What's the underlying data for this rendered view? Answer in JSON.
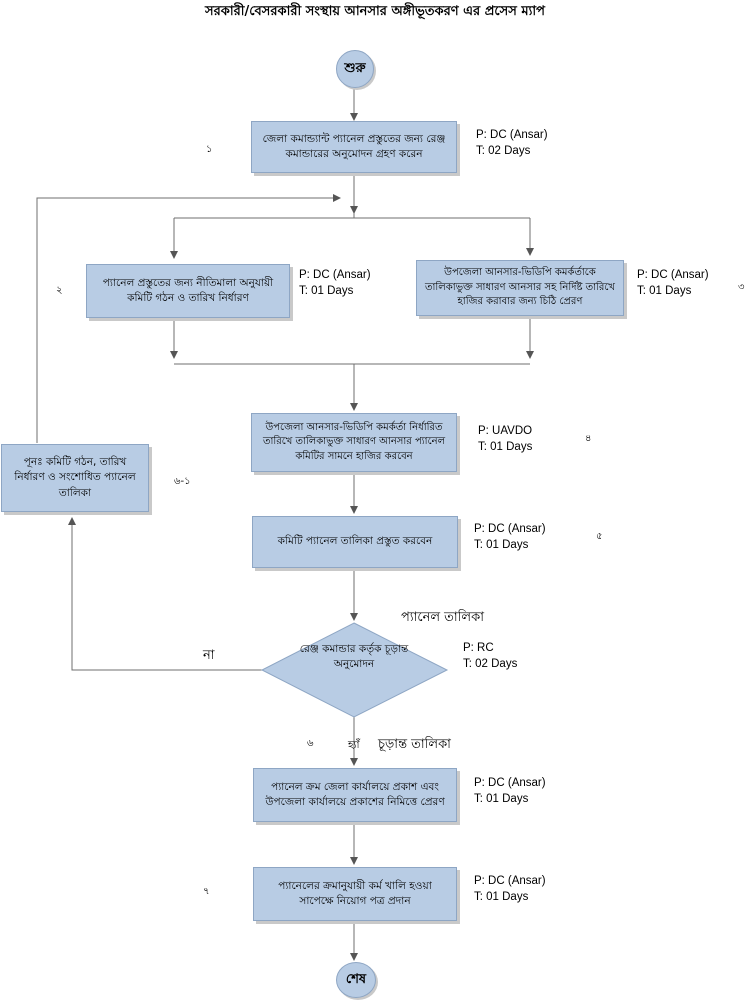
{
  "title": "সরকারী/বেসরকারী সংস্থায় আনসার অঙ্গীভূতকরণ এর প্রসেস ম্যাপ",
  "start_label": "শুরু",
  "end_label": "শেষ",
  "steps": {
    "s1": {
      "num": "১",
      "line1": "জেলা কমান্ড্যান্ট প্যানেল প্রস্তুতের জন্য রেঞ্জ",
      "line2": "কমান্ডারের অনুমোদন গ্রহণ করেন",
      "p": "P: DC (Ansar)",
      "t": "T: 02 Days"
    },
    "s2": {
      "num": "২",
      "line1": "প্যানেল প্রস্তুতের জন্য নীতিমালা অনুযায়ী",
      "line2": "কমিটি গঠন ও তারিখ নির্ধারণ",
      "p": "P: DC (Ansar)",
      "t": "T: 01 Days"
    },
    "s3": {
      "num": "৩",
      "line1": "উপজেলা আনসার-ভিডিপি কমর্কর্তাকে",
      "line2": "তালিকাভুক্ত সাধারণ আনসার সহ নির্দিষ্ট তারিখে",
      "line3": "হাজির করাবার জন্য চিঠি প্রেরণ",
      "p": "P: DC (Ansar)",
      "t": "T: 01 Days"
    },
    "s4": {
      "num": "৪",
      "line1": "উপজেলা আনসার-ভিডিপি কমর্কর্তা নির্ধারিত",
      "line2": "তারিখে তালিকাভুক্ত সাধারণ আনসার প্যানেল",
      "line3": "কমিটির সামনে হাজির করবেন",
      "p": "P: UAVDO",
      "t": "T: 01 Days"
    },
    "s5": {
      "num": "৫",
      "line1": "কমিটি প্যানেল তালিকা প্রস্তুত করবেন",
      "p": "P: DC (Ansar)",
      "t": "T: 01 Days"
    },
    "s6_1": {
      "num": "৬-১",
      "line1": "পূনঃ  কমিটি গঠন, তারিখ",
      "line2": "নির্ধারণ ও সংশোধিত প্যানেল",
      "line3": "তালিকা"
    },
    "d6": {
      "num": "৬",
      "line1": "রেঞ্জ কমান্ডার কর্তৃক চূড়ান্ত",
      "line2": "অনুমোদন",
      "p": "P: RC",
      "t": "T: 02 Days"
    },
    "s6b": {
      "line1": "প্যানেল ক্রম জেলা কার্যালয়ে প্রকাশ এবং",
      "line2": "উপজেলা কার্যালয়ে প্রকাশের নিমিত্তে প্রেরণ",
      "p": "P: DC (Ansar)",
      "t": "T: 01 Days"
    },
    "s7": {
      "num": "৭",
      "line1": "প্যানেলের ক্রমানুযায়ী কর্ম খালি হওয়া",
      "line2": "সাপেক্ষে নিয়োগ পত্র প্রদান",
      "p": "P: DC (Ansar)",
      "t": "T: 01 Days"
    }
  },
  "labels": {
    "panel_list": "প্যানেল তালিকা",
    "final_list": "চূড়ান্ত তালিকা",
    "no": "না",
    "yes": "হ্যাঁ"
  },
  "colors": {
    "box_fill": "#b8cce4",
    "box_border": "#8ea6c4",
    "connector": "#7f7f7f"
  }
}
